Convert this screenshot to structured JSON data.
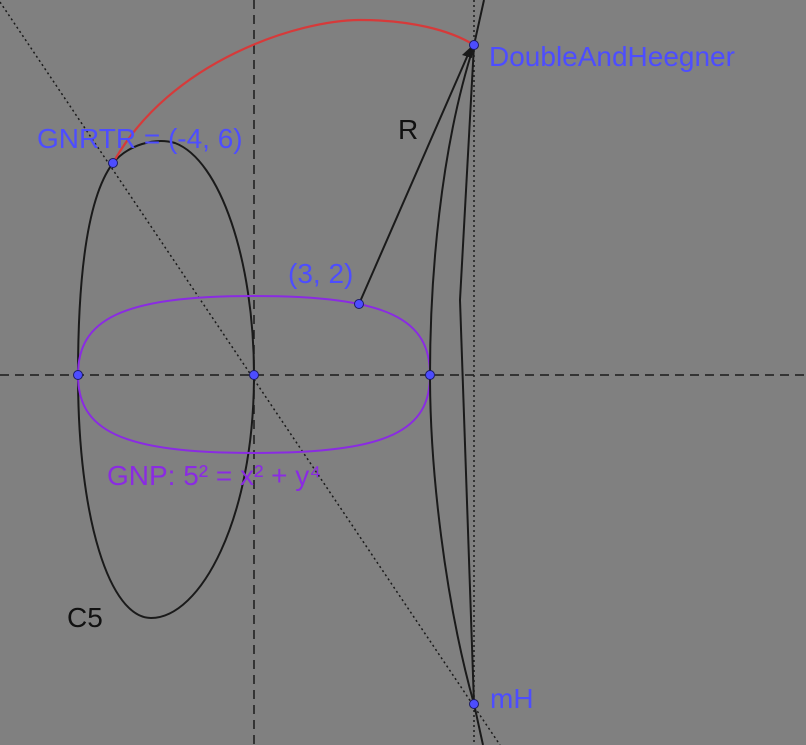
{
  "colors": {
    "background": "#808080",
    "point_fill": "#4d4dff",
    "point_label": "#4d4dff",
    "gnp_curve": "#8a2be2",
    "arc": "#d63a3a",
    "black": "#1a1a1a"
  },
  "labels": {
    "gnrtr": "GNRTR = (-4, 6)",
    "double_and_heegner": "DoubleAndHeegner",
    "r": "R",
    "point_3_2": "(3, 2)",
    "gnp": "GNP: 5² = x² + y⁴",
    "c5": "C5",
    "mh": "mH"
  }
}
